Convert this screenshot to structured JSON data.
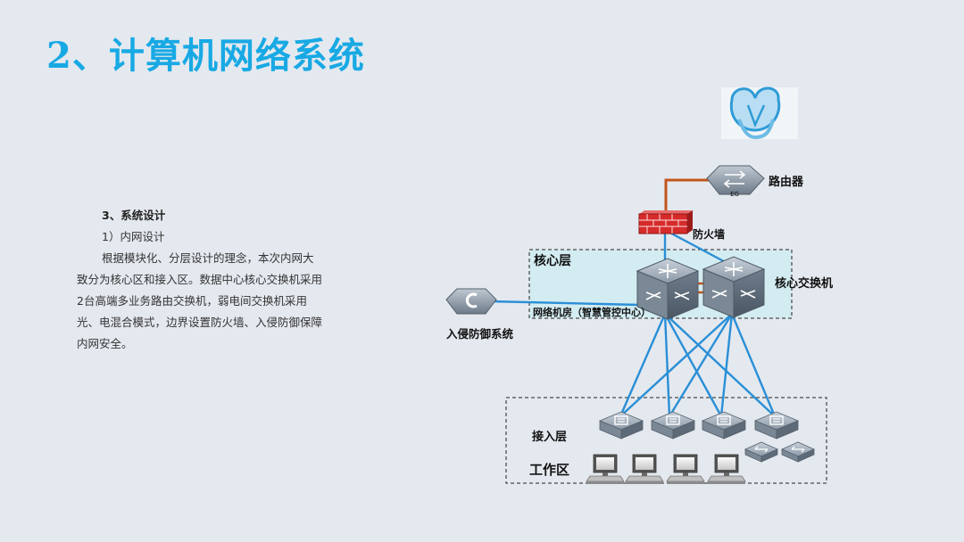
{
  "title": "2、计算机网络系统",
  "text": {
    "heading": "3、系统设计",
    "subheading": "1）内网设计",
    "body": "根据模块化、分层设计的理念，本次内网大致分为核心区和接入区。数据中心核心交换机采用2台高端多业务路由交换机，弱电间交换机采用光、电混合模式，边界设置防火墙、入侵防御保障内网安全。"
  },
  "diagram": {
    "router_label": "路由器",
    "router_badge": "EG",
    "firewall_label": "防火墙",
    "core_layer_label": "核心层",
    "core_switch_label": "核心交换机",
    "machine_room_label": "网络机房（智慧管控中心）",
    "ips_label": "入侵防御系统",
    "access_layer_label": "接入层",
    "work_area_label": "工作区",
    "icons": [
      "cloud-icon",
      "router-icon",
      "firewall-icon",
      "core-switch-icon",
      "ips-icon",
      "access-switch-icon",
      "small-switch-icon",
      "computer-icon"
    ],
    "colors": {
      "link": "#2a8fd6",
      "wan_link": "#c2551c",
      "firewall": "#d62b2b",
      "zone_fill": "#d3ecf1",
      "title": "#18a9e4"
    }
  }
}
